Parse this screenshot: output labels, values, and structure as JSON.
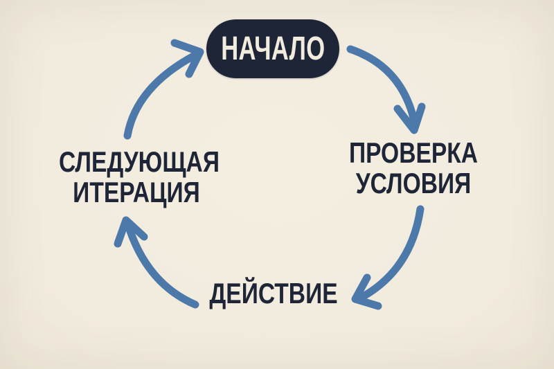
{
  "diagram": {
    "type": "cycle-diagram",
    "language": "ru",
    "colors": {
      "background": "#f2ecdf",
      "arrow": "#4d78aa",
      "node_fill": "#1e2537",
      "node_text": "#f2ecdf",
      "label_text": "#1e2537"
    },
    "nodes": {
      "start": {
        "label": "НАЧАЛО",
        "shape": "pill"
      },
      "check": {
        "line1": "ПРОВЕРКА",
        "line2": "УСЛОВИЯ",
        "shape": "text"
      },
      "action": {
        "label": "ДЕЙСТВИЕ",
        "shape": "text"
      },
      "next_iteration": {
        "line1": "СЛЕДУЮЩАЯ",
        "line2": "ИТЕРАЦИЯ",
        "shape": "text"
      }
    },
    "arrows": [
      {
        "from": "start",
        "to": "check"
      },
      {
        "from": "check",
        "to": "action"
      },
      {
        "from": "action",
        "to": "next_iteration"
      },
      {
        "from": "next_iteration",
        "to": "start"
      }
    ]
  }
}
